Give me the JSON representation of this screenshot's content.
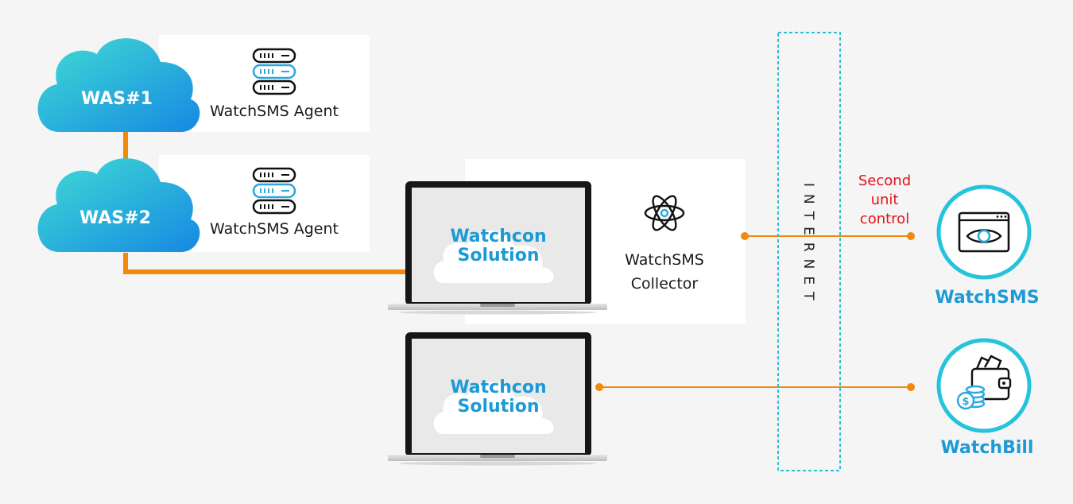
{
  "clouds": [
    {
      "label": "WAS#1"
    },
    {
      "label": "WAS#2"
    }
  ],
  "agents": [
    {
      "label": "WatchSMS Agent",
      "icon": "server-stack-icon"
    },
    {
      "label": "WatchSMS Agent",
      "icon": "server-stack-icon"
    }
  ],
  "laptops": [
    {
      "line1": "Watchcon",
      "line2": "Solution"
    },
    {
      "line1": "Watchcon",
      "line2": "Solution"
    }
  ],
  "collector": {
    "line1": "WatchSMS",
    "line2": "Collector",
    "icon": "atom-icon"
  },
  "internet": {
    "label": "INTERNET"
  },
  "second_unit": {
    "line1": "Second",
    "line2": "unit",
    "line3": "control"
  },
  "services": [
    {
      "name": "WatchSMS",
      "icon": "eye-browser-icon"
    },
    {
      "name": "WatchBill",
      "icon": "wallet-coins-icon"
    }
  ],
  "colors": {
    "accent": "#1d9ad6",
    "cloud_start": "#3cd6d6",
    "cloud_end": "#1a8fe0",
    "connector": "#f0890c",
    "ring": "#25c3dc",
    "internet_border": "#2bbfd2",
    "warning_text": "#e0141e"
  }
}
